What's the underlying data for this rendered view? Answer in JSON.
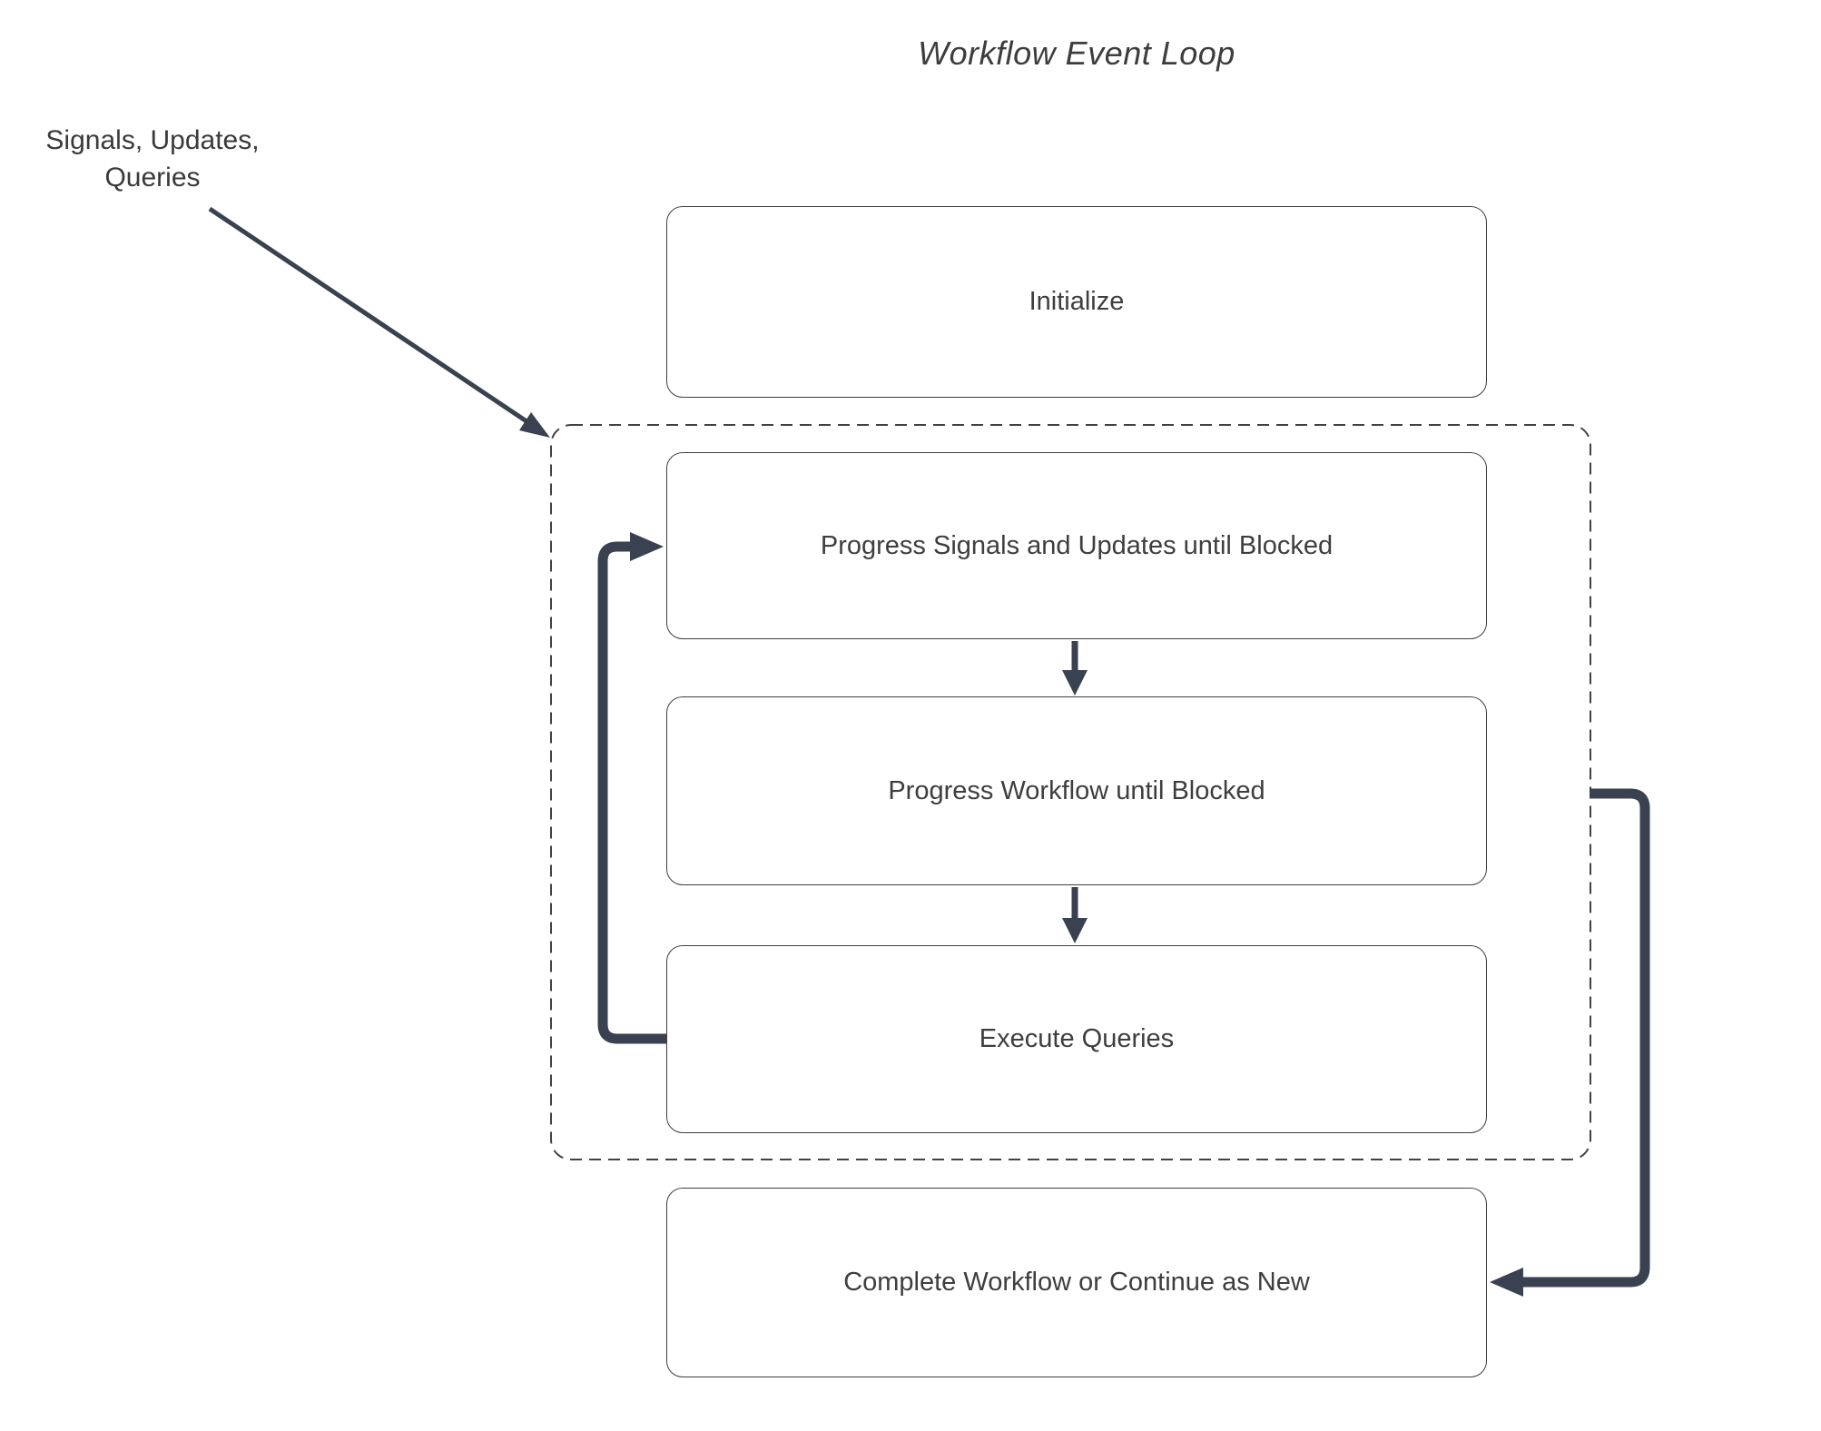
{
  "title": "Workflow Event Loop",
  "annotation": {
    "line1": "Signals, Updates,",
    "line2": "Queries"
  },
  "boxes": {
    "initialize": "Initialize",
    "progress_signals": "Progress Signals and Updates until Blocked",
    "progress_workflow": "Progress Workflow until Blocked",
    "execute_queries": "Execute Queries",
    "complete": "Complete Workflow or Continue as New"
  },
  "edges": [
    {
      "from": "signals-updates-queries-label",
      "to": "event-loop-dashed-container",
      "style": "thin-diagonal-arrow"
    },
    {
      "from": "progress_signals",
      "to": "progress_workflow",
      "style": "short-down-arrow"
    },
    {
      "from": "progress_workflow",
      "to": "execute_queries",
      "style": "short-down-arrow"
    },
    {
      "from": "execute_queries",
      "to": "progress_signals",
      "style": "thick-left-loop-arrow"
    },
    {
      "from": "event-loop-dashed-container",
      "to": "complete",
      "style": "thick-right-elbow-arrow"
    }
  ],
  "colors": {
    "background": "#FFFFFF",
    "arrow": "#3A4150",
    "box_border": "#3F3F3F",
    "dashed_border": "#424242",
    "text": "#3E3E3E"
  }
}
